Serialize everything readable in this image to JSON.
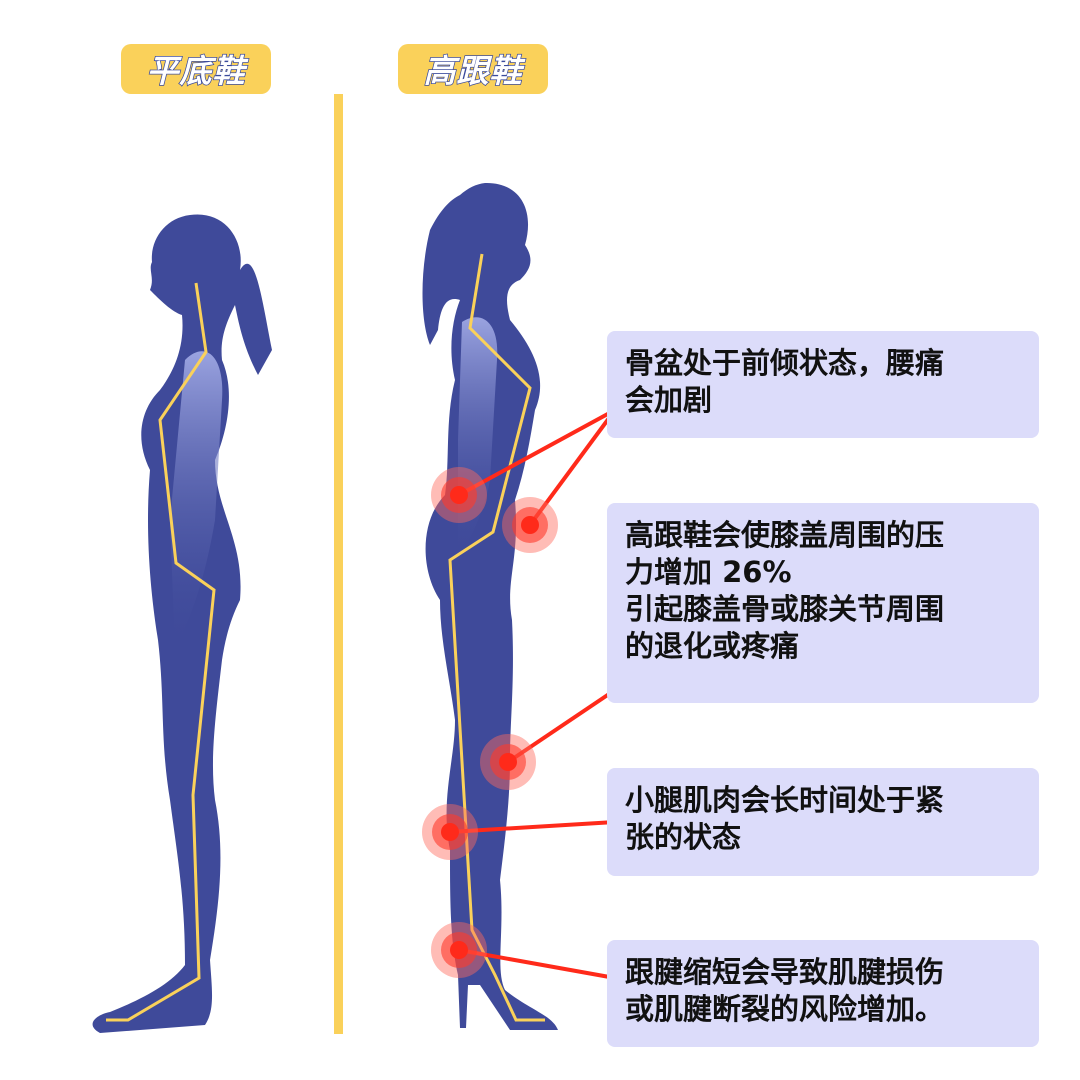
{
  "labels": {
    "flat": "平底鞋",
    "heels": "高跟鞋"
  },
  "callouts": [
    {
      "lines": [
        "骨盆处于前倾状态，腰痛",
        "会加剧"
      ]
    },
    {
      "lines": [
        "高跟鞋会使膝盖周围的压",
        "力增加 26%",
        "引起膝盖骨或膝关节周围",
        "的退化或疼痛"
      ]
    },
    {
      "lines": [
        "小腿肌肉会长时间处于紧",
        "张的状态"
      ]
    },
    {
      "lines": [
        "跟腱缩短会导致肌腱损伤",
        "或肌腱断裂的风险增加。"
      ]
    }
  ],
  "colors": {
    "silhouette": "#3f4a9a",
    "spine": "#fad15a",
    "accent": "#fad15a",
    "box": "#dcdcfa",
    "marker": "#ff2a1a"
  }
}
